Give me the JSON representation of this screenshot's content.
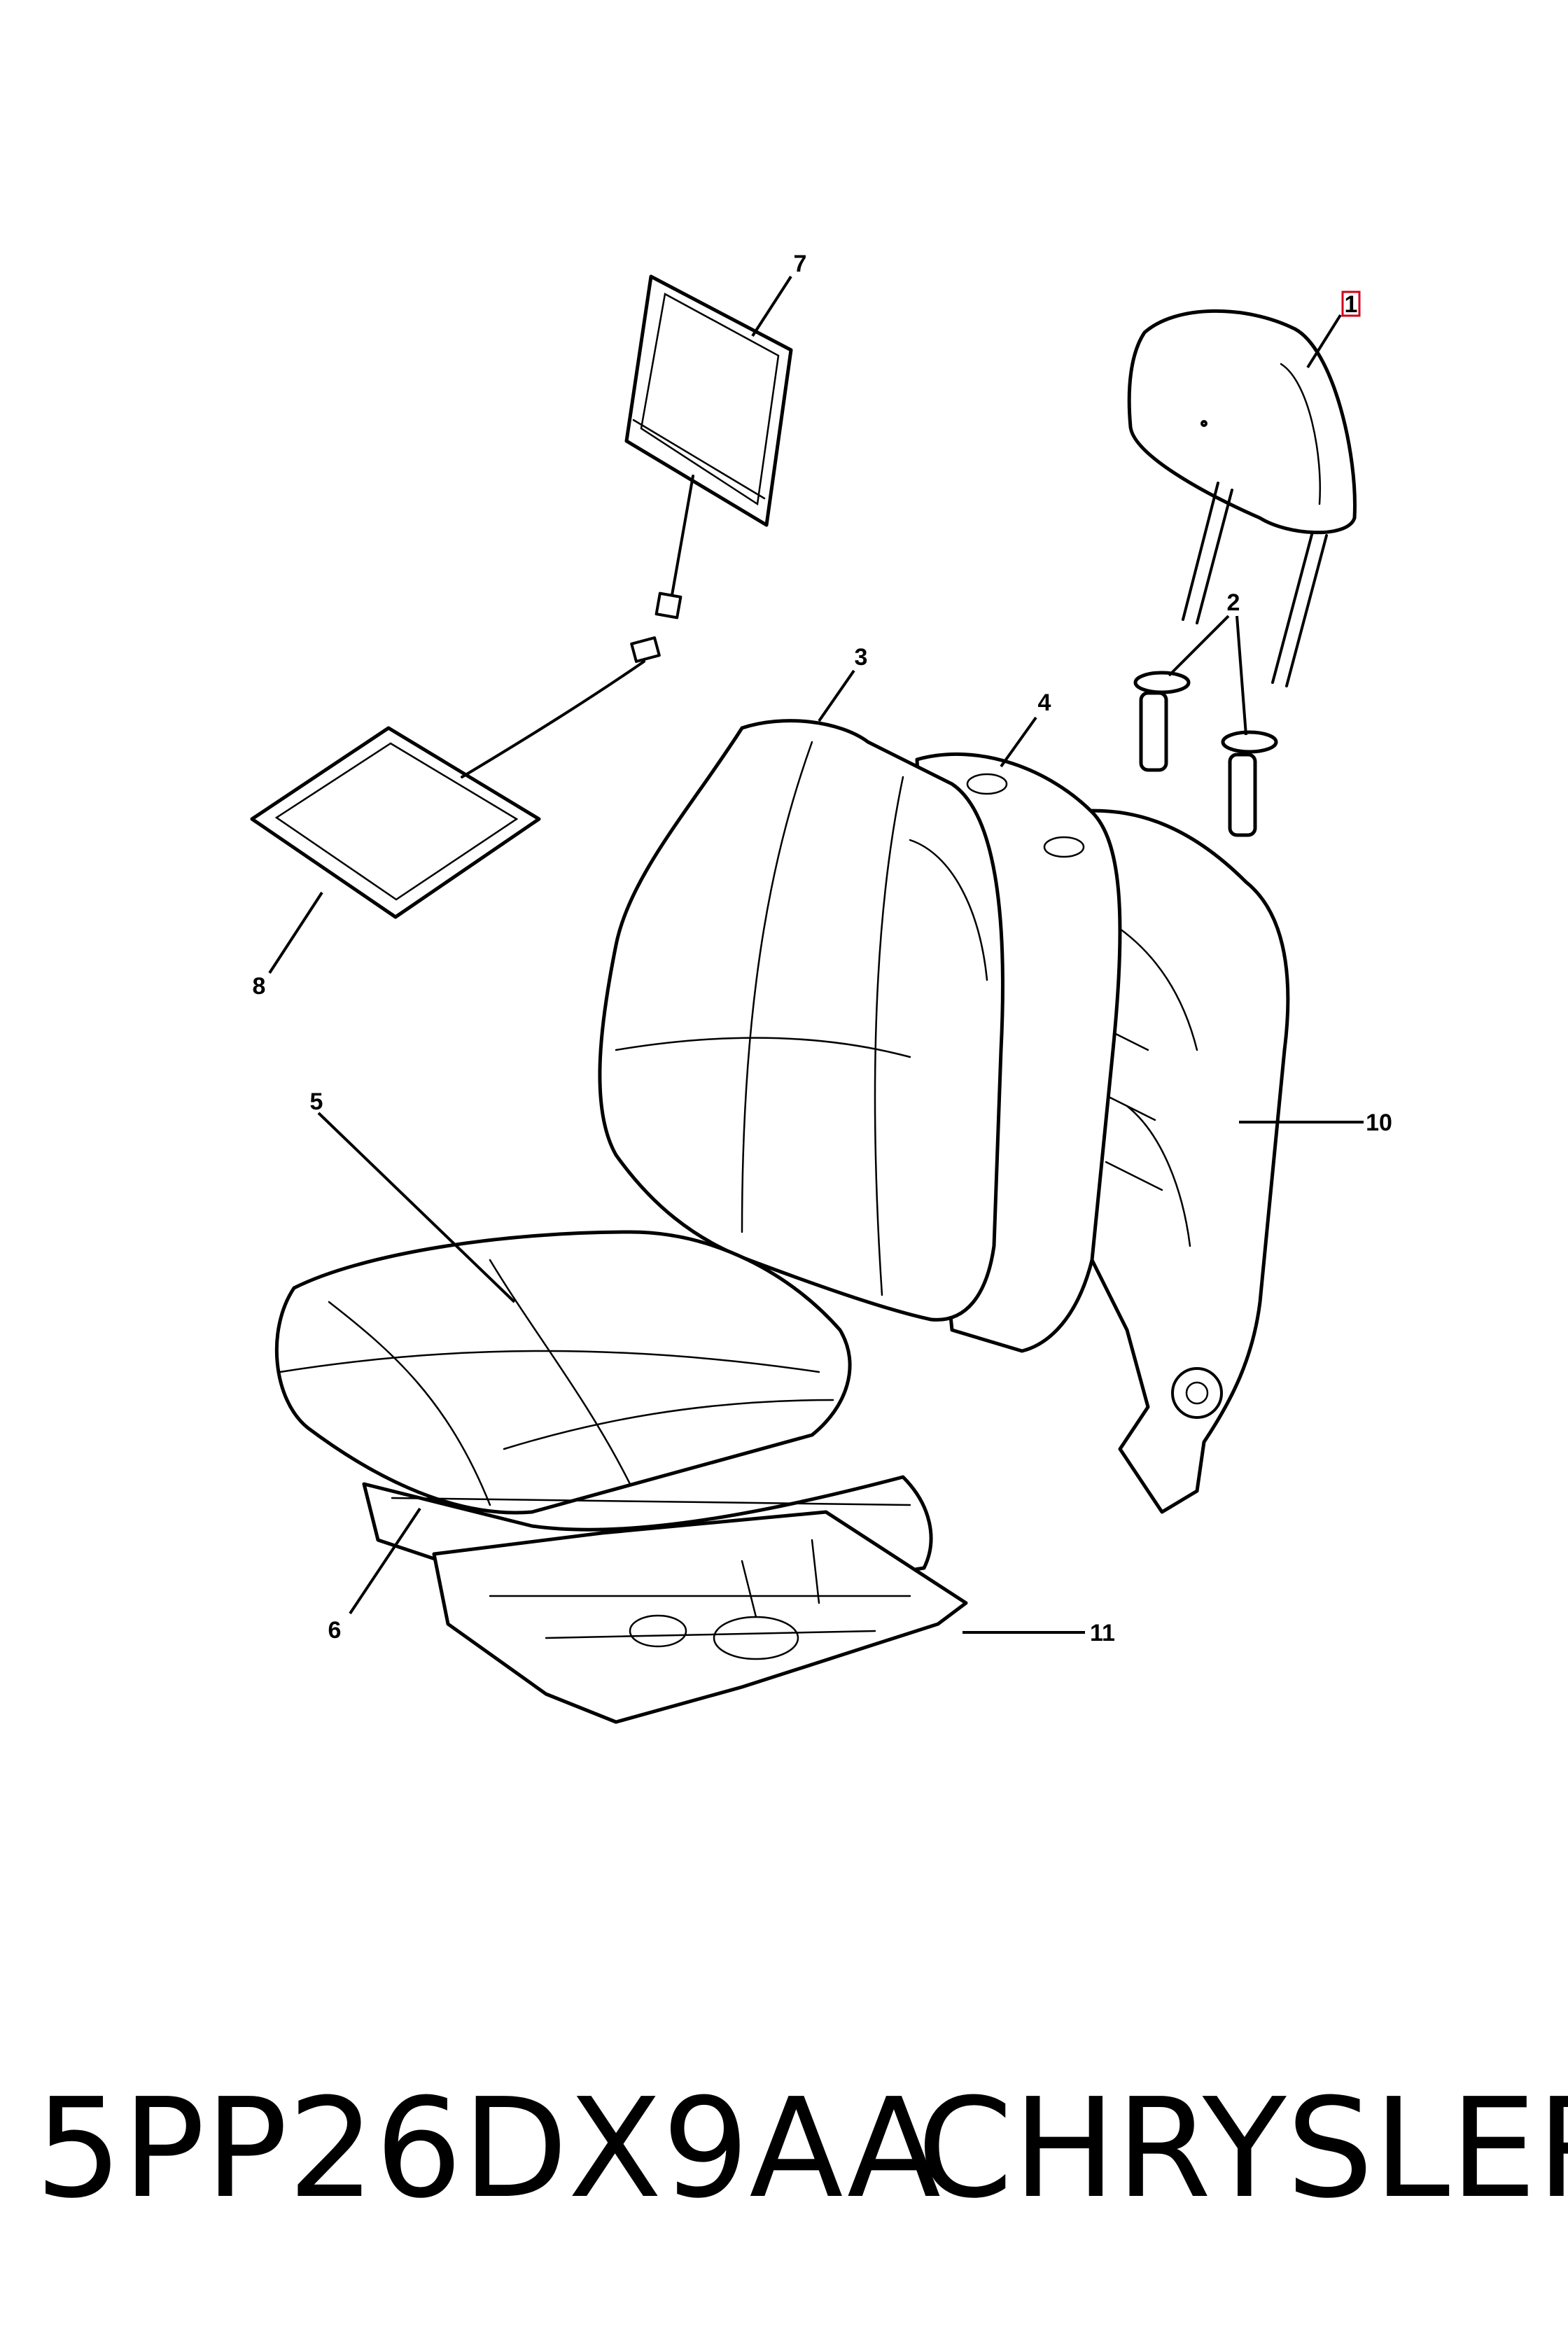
{
  "diagram": {
    "callouts": [
      {
        "id": "1",
        "label": "1",
        "highlighted": true
      },
      {
        "id": "2",
        "label": "2",
        "highlighted": false
      },
      {
        "id": "3",
        "label": "3",
        "highlighted": false
      },
      {
        "id": "4",
        "label": "4",
        "highlighted": false
      },
      {
        "id": "5",
        "label": "5",
        "highlighted": false
      },
      {
        "id": "6",
        "label": "6",
        "highlighted": false
      },
      {
        "id": "7",
        "label": "7",
        "highlighted": false
      },
      {
        "id": "8",
        "label": "8",
        "highlighted": false
      },
      {
        "id": "10",
        "label": "10",
        "highlighted": false
      },
      {
        "id": "11",
        "label": "11",
        "highlighted": false
      }
    ],
    "highlight_color": "#d0021b",
    "line_color": "#000000"
  },
  "caption": {
    "part_number": "5PP26DX9AA",
    "brand": "CHRYSLER"
  }
}
